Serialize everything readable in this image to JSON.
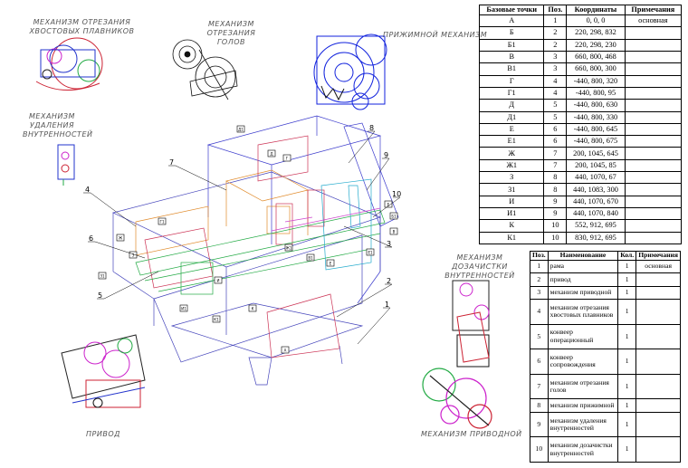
{
  "captions": {
    "tail_cut": "МЕХАНИЗМ ОТРЕЗАНИЯ ХВОСТОВЫХ ПЛАВНИКОВ",
    "head_cut": "МЕХАНИЗМ ОТРЕЗАНИЯ ГОЛОВ",
    "press": "ПРИЖИМНОЙ МЕХАНИЗМ",
    "gut_removal": "МЕХАНИЗМ УДАЛЕНИЯ ВНУТРЕННОСТЕЙ",
    "final_clean": "МЕХАНИЗМ ДОЗАЧИСТКИ ВНУТРЕННОСТЕЙ",
    "drive": "ПРИВОД",
    "drive_mech": "МЕХАНИЗМ ПРИВОДНОЙ"
  },
  "position_leaders": [
    "1",
    "2",
    "3",
    "4",
    "5",
    "6",
    "7",
    "8",
    "9",
    "10"
  ],
  "point_markers": [
    "Д1",
    "Д",
    "Г",
    "Г1",
    "Ж",
    "З",
    "З1",
    "И",
    "И1",
    "К",
    "К1",
    "А",
    "Б",
    "Б1",
    "В",
    "В1",
    "Е",
    "Е1",
    "Ж1"
  ],
  "points_table": {
    "headers": [
      "Базовые точки",
      "Поз.",
      "Координаты",
      "Примечания"
    ],
    "rows": [
      [
        "А",
        "1",
        "0, 0, 0",
        "основная"
      ],
      [
        "Б",
        "2",
        "220, 298, 832",
        ""
      ],
      [
        "Б1",
        "2",
        "220, 298, 230",
        ""
      ],
      [
        "В",
        "3",
        "660, 800, 468",
        ""
      ],
      [
        "В1",
        "3",
        "660, 800, 300",
        ""
      ],
      [
        "Г",
        "4",
        "-440, 800, 320",
        ""
      ],
      [
        "Г1",
        "4",
        "-440, 800, 95",
        ""
      ],
      [
        "Д",
        "5",
        "-440, 800, 630",
        ""
      ],
      [
        "Д1",
        "5",
        "-440, 800, 330",
        ""
      ],
      [
        "Е",
        "6",
        "-440, 800, 645",
        ""
      ],
      [
        "Е1",
        "6",
        "-440, 800, 675",
        ""
      ],
      [
        "Ж",
        "7",
        "200, 1045, 645",
        ""
      ],
      [
        "Ж1",
        "7",
        "200, 1045, 85",
        ""
      ],
      [
        "З",
        "8",
        "440, 1070, 67",
        ""
      ],
      [
        "З1",
        "8",
        "440, 1083, 300",
        ""
      ],
      [
        "И",
        "9",
        "440, 1070, 670",
        ""
      ],
      [
        "И1",
        "9",
        "440, 1070, 840",
        ""
      ],
      [
        "К",
        "10",
        "552, 912, 695",
        ""
      ],
      [
        "К1",
        "10",
        "830, 912, 695",
        ""
      ]
    ]
  },
  "parts_table": {
    "headers": [
      "Поз.",
      "Наименование",
      "Кол.",
      "Примечания"
    ],
    "rows": [
      [
        "1",
        "рама",
        "1",
        "основная"
      ],
      [
        "2",
        "привод",
        "1",
        ""
      ],
      [
        "3",
        "механизм приводной",
        "1",
        ""
      ],
      [
        "4",
        "механизм отрезания хвостовых плавников",
        "1",
        ""
      ],
      [
        "5",
        "конвеер операционный",
        "1",
        ""
      ],
      [
        "6",
        "конвеер сопровождения",
        "1",
        ""
      ],
      [
        "7",
        "механизм отрезания голов",
        "1",
        ""
      ],
      [
        "8",
        "механизм прижимной",
        "1",
        ""
      ],
      [
        "9",
        "механизм удаления внутренностей",
        "1",
        ""
      ],
      [
        "10",
        "механизм дозачистки внутренностей",
        "1",
        ""
      ]
    ]
  }
}
